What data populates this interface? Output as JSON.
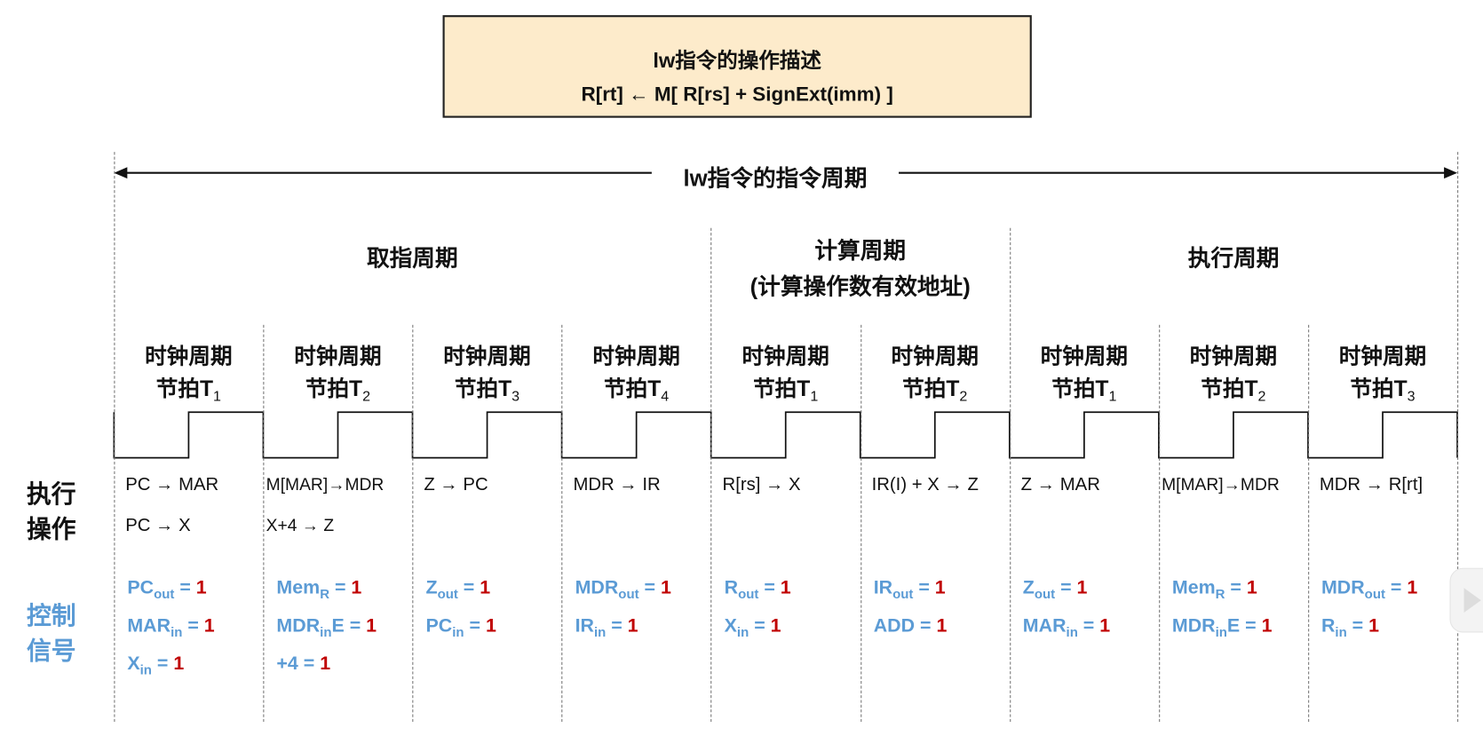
{
  "description_box": {
    "title": "lw指令的操作描述",
    "formula": "R[rt] ←  M[ R[rs] + SignExt(imm) ]"
  },
  "instruction_cycle_label": "lw指令的指令周期",
  "phases": [
    {
      "label": "取指周期",
      "sub": ""
    },
    {
      "label": "计算周期",
      "sub": "(计算操作数有效地址)"
    },
    {
      "label": "执行周期",
      "sub": ""
    }
  ],
  "row_labels": {
    "exec": [
      "执行",
      "操作"
    ],
    "control": [
      "控制",
      "信号"
    ]
  },
  "colors": {
    "signal_name": "#5b9bd5",
    "signal_value": "#c00000",
    "box_bg": "#fdebcb"
  },
  "columns": [
    {
      "clock": "时钟周期",
      "beat": "节拍T",
      "beat_sub": "1",
      "ops": [
        "PC → MAR",
        "PC → X"
      ],
      "signals": [
        {
          "name": "PC",
          "sub": "out",
          "suffix": "",
          "value": "1"
        },
        {
          "name": "MAR",
          "sub": "in",
          "suffix": "",
          "value": "1"
        },
        {
          "name": "X",
          "sub": "in",
          "suffix": "",
          "value": "1"
        }
      ]
    },
    {
      "clock": "时钟周期",
      "beat": "节拍T",
      "beat_sub": "2",
      "ops": [
        "M[MAR]→MDR",
        " X+4 → Z"
      ],
      "signals": [
        {
          "name": "Mem",
          "sub": "R",
          "suffix": "",
          "value": "1"
        },
        {
          "name": "MDR",
          "sub": "in",
          "suffix": "E",
          "value": "1"
        },
        {
          "name": "+4",
          "sub": "",
          "suffix": "",
          "value": "1"
        }
      ]
    },
    {
      "clock": "时钟周期",
      "beat": "节拍T",
      "beat_sub": "3",
      "ops": [
        "Z → PC"
      ],
      "signals": [
        {
          "name": "Z",
          "sub": "out",
          "suffix": "",
          "value": "1"
        },
        {
          "name": "PC",
          "sub": "in",
          "suffix": "",
          "value": "1"
        }
      ]
    },
    {
      "clock": "时钟周期",
      "beat": "节拍T",
      "beat_sub": "4",
      "ops": [
        "MDR → IR"
      ],
      "signals": [
        {
          "name": "MDR",
          "sub": "out",
          "suffix": "",
          "value": "1"
        },
        {
          "name": "IR",
          "sub": "in",
          "suffix": "",
          "value": "1"
        }
      ]
    },
    {
      "clock": "时钟周期",
      "beat": "节拍T",
      "beat_sub": "1",
      "ops": [
        "R[rs] → X"
      ],
      "signals": [
        {
          "name": "R",
          "sub": "out",
          "suffix": "",
          "value": "1"
        },
        {
          "name": "X",
          "sub": "in",
          "suffix": "",
          "value": "1"
        }
      ]
    },
    {
      "clock": "时钟周期",
      "beat": "节拍T",
      "beat_sub": "2",
      "ops": [
        "IR(I) + X → Z"
      ],
      "signals": [
        {
          "name": "IR",
          "sub": "out",
          "suffix": "",
          "value": "1"
        },
        {
          "name": "ADD",
          "sub": "",
          "suffix": "",
          "value": "1"
        }
      ]
    },
    {
      "clock": "时钟周期",
      "beat": "节拍T",
      "beat_sub": "1",
      "ops": [
        "Z → MAR"
      ],
      "signals": [
        {
          "name": "Z",
          "sub": "out",
          "suffix": "",
          "value": "1"
        },
        {
          "name": "MAR",
          "sub": "in",
          "suffix": "",
          "value": "1"
        }
      ]
    },
    {
      "clock": "时钟周期",
      "beat": "节拍T",
      "beat_sub": "2",
      "ops": [
        "M[MAR]→MDR"
      ],
      "signals": [
        {
          "name": "Mem",
          "sub": "R",
          "suffix": "",
          "value": "1"
        },
        {
          "name": "MDR",
          "sub": "in",
          "suffix": "E",
          "value": "1"
        }
      ]
    },
    {
      "clock": "时钟周期",
      "beat": "节拍T",
      "beat_sub": "3",
      "ops": [
        "MDR → R[rt]"
      ],
      "signals": [
        {
          "name": "MDR",
          "sub": "out",
          "suffix": "",
          "value": "1"
        },
        {
          "name": "R",
          "sub": "in",
          "suffix": "",
          "value": "1"
        }
      ]
    }
  ]
}
